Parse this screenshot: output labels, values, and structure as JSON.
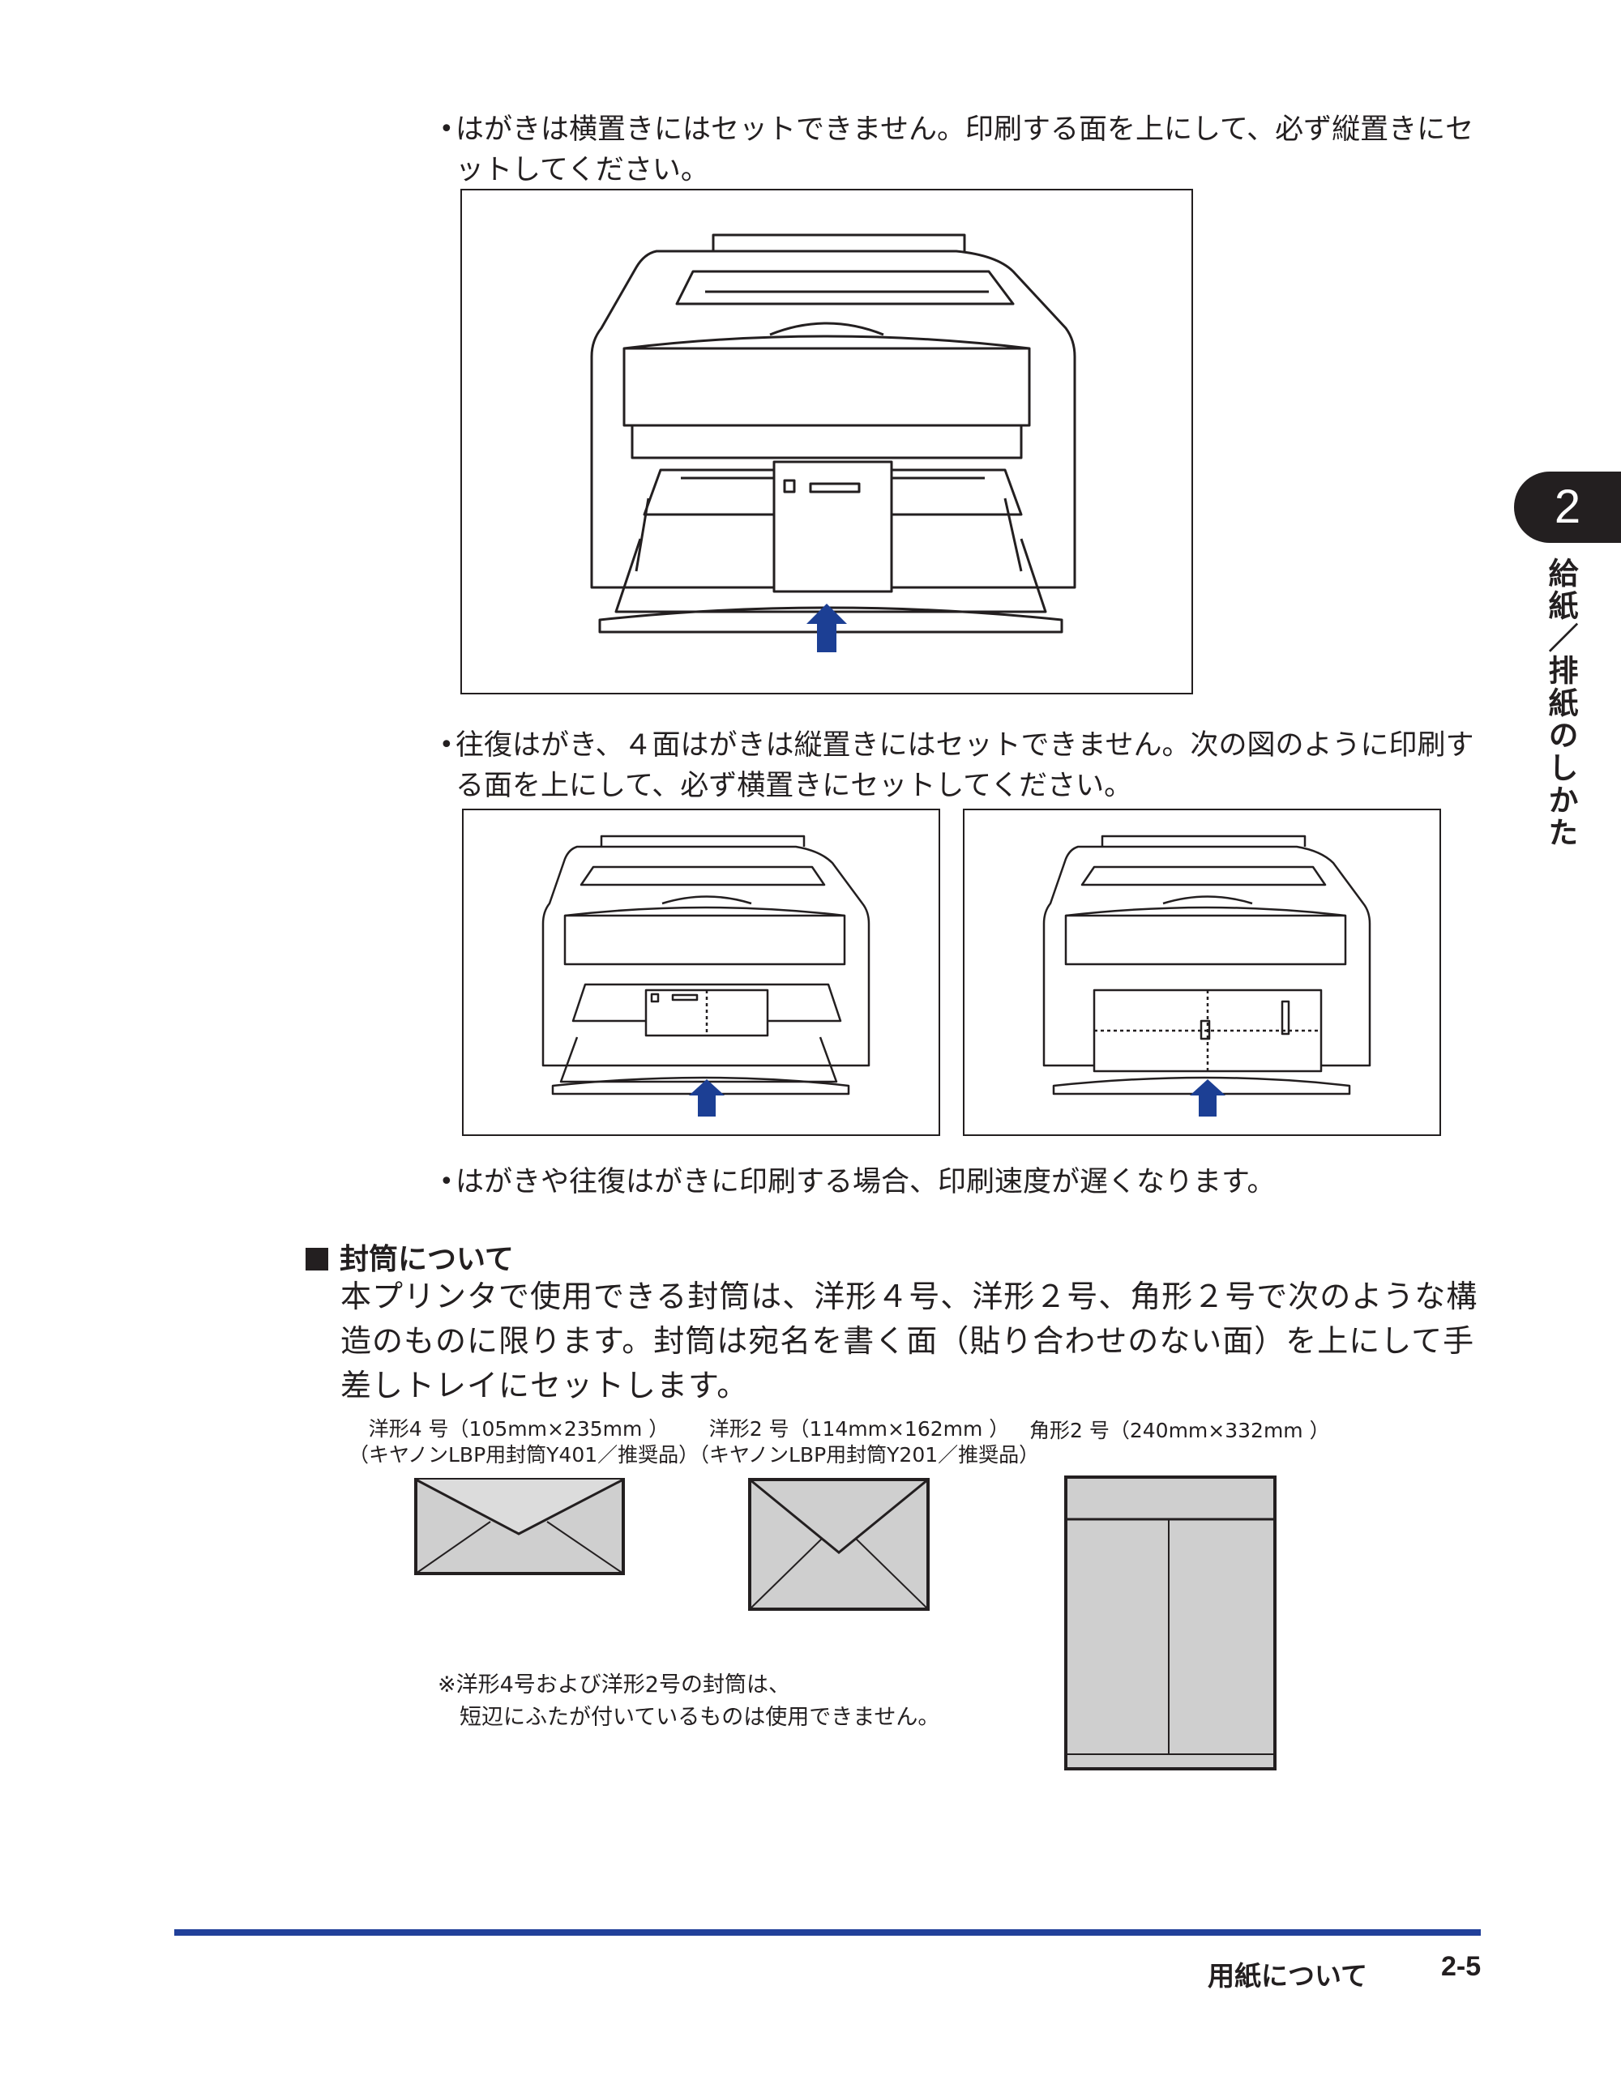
{
  "bullets": {
    "postcard_orientation": "はがきは横置きにはセットできません。印刷する面を上にして、必ず縦置きにセットしてください。",
    "return_postcard_orientation": "往復はがき、４面はがきは縦置きにはセットできません。次の図のように印刷する面を上にして、必ず横置きにセットしてください。",
    "print_speed": "はがきや往復はがきに印刷する場合、印刷速度が遅くなります。"
  },
  "envelope_section": {
    "heading": "封筒について",
    "body": "本プリンタで使用できる封筒は、洋形４号、洋形２号、角形２号で次のような構造のものに限ります。封筒は宛名を書く面（貼り合わせのない面）を上にして手差しトレイにセットします。",
    "envelopes": [
      {
        "name": "洋形4 号（105mm×235mm ）",
        "sub": "（キヤノンLBP用封筒Y401／推奨品）"
      },
      {
        "name": "洋形2 号（114mm×162mm ）",
        "sub": "（キヤノンLBP用封筒Y201／推奨品）"
      },
      {
        "name": "角形2 号（240mm×332mm ）",
        "sub": ""
      }
    ],
    "note_line1": "※洋形4号および洋形2号の封筒は、",
    "note_line2": "短辺にふたが付いているものは使用できません。"
  },
  "sidebar": {
    "chapter_number": "2",
    "chapter_title": "給紙／排紙のしかた"
  },
  "footer": {
    "section_title": "用紙について",
    "page_number": "2-5"
  },
  "colors": {
    "arrow_blue": "#1c3f94",
    "footer_rule": "#21409a",
    "envelope_fill": "#cfcfcf"
  }
}
